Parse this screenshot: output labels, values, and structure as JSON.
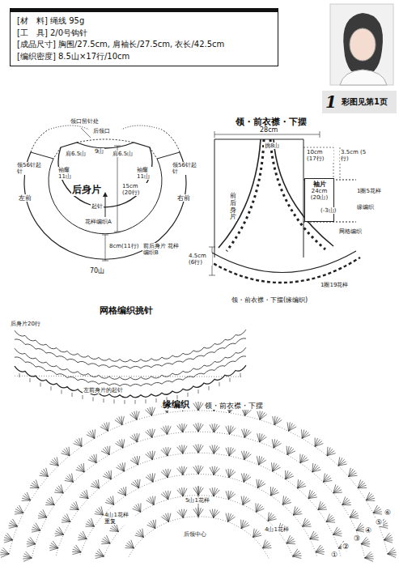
{
  "diagram": {
    "nodes": [
      {
        "text": [
          "[材　料] 绳线 95g",
          "[工　具] 2/0号钩针",
          "[成品尺寸] 胸围/27.5cm, 肩袖长/27.5cm, 衣长/42.5cm",
          "[编织密度] 8.5山×17行/10cm"
        ]
      },
      {
        "text": [
          "1",
          "彩图见第1页"
        ]
      },
      {
        "text": [
          "袖片",
          "24cm (20山)"
        ]
      }
    ],
    "labels": [
      "领口留针处",
      "后领口",
      "9山",
      "肩6.5山",
      "肩6.5山",
      "袖窿 11山",
      "袖窿 11山",
      "领56针起针",
      "领56针起针",
      "左前",
      "右前",
      "后身片",
      "起针",
      "15cm (20行)",
      "花样编织A",
      "8cm(11行)",
      "前后身片 花样编织B",
      "70山",
      "领・前衣襟・下摆",
      "28cm",
      "挑8山",
      "10cm (17行)",
      "3.5cm (5行)",
      "1圈5花样",
      "缘编织",
      "网格编织",
      "(-3山)",
      "前后身片",
      "4.5cm (6行)",
      "领・前衣襟・下摆(缘编织)",
      "1圈19花样",
      "网格编织挑针",
      "后身片20行",
      "左前身片的起针",
      "缘编织",
      "领・前衣襟・下摆",
      "4山1花样 重复",
      "5山1花样",
      "后领中心",
      "4山1花样",
      "①",
      "②",
      "③",
      "④",
      "⑤",
      "⑥"
    ]
  }
}
